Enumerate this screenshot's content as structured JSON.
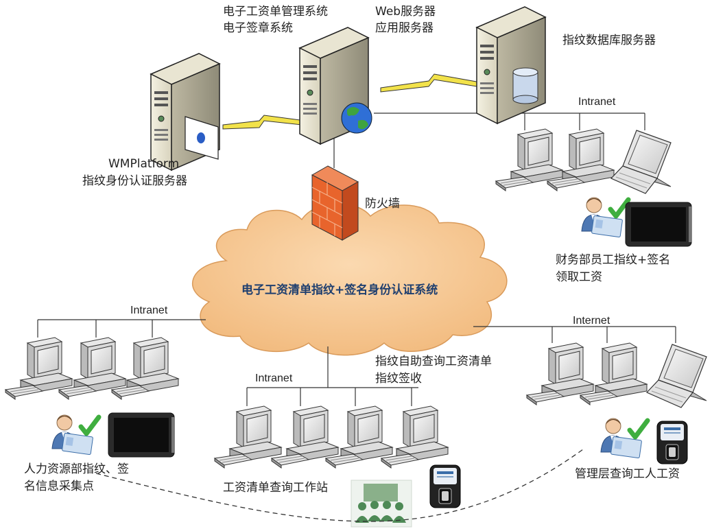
{
  "servers": {
    "main_line1": "电子工资单管理系统",
    "main_line2": "电子签章系统",
    "web_line1": "Web服务器",
    "web_line2": "应用服务器",
    "db": "指纹数据库服务器",
    "auth_line1": "WMPlatform",
    "auth_line2": "指纹身份认证服务器"
  },
  "firewall": "防火墙",
  "cloud": "电子工资清单指纹+签名身份认证系统",
  "networks": {
    "finance": "Intranet",
    "hr": "Intranet",
    "workstation": "Intranet",
    "management": "Internet"
  },
  "groups": {
    "finance_line1": "财务部员工指纹+签名",
    "finance_line2": "领取工资",
    "hr_line1": "人力资源部指纹、签",
    "hr_line2": "名信息采集点",
    "workstation": "工资清单查询工作站",
    "self_service_line1": "指纹自助查询工资清单",
    "self_service_line2": "指纹签收",
    "management": "管理层查询工人工资"
  },
  "colors": {
    "cloud_fill": "#f7c48e",
    "firewall": "#e8642c",
    "lightning": "#f2e24a",
    "check": "#3fae3f",
    "cloud_text": "#1f3f6f"
  }
}
